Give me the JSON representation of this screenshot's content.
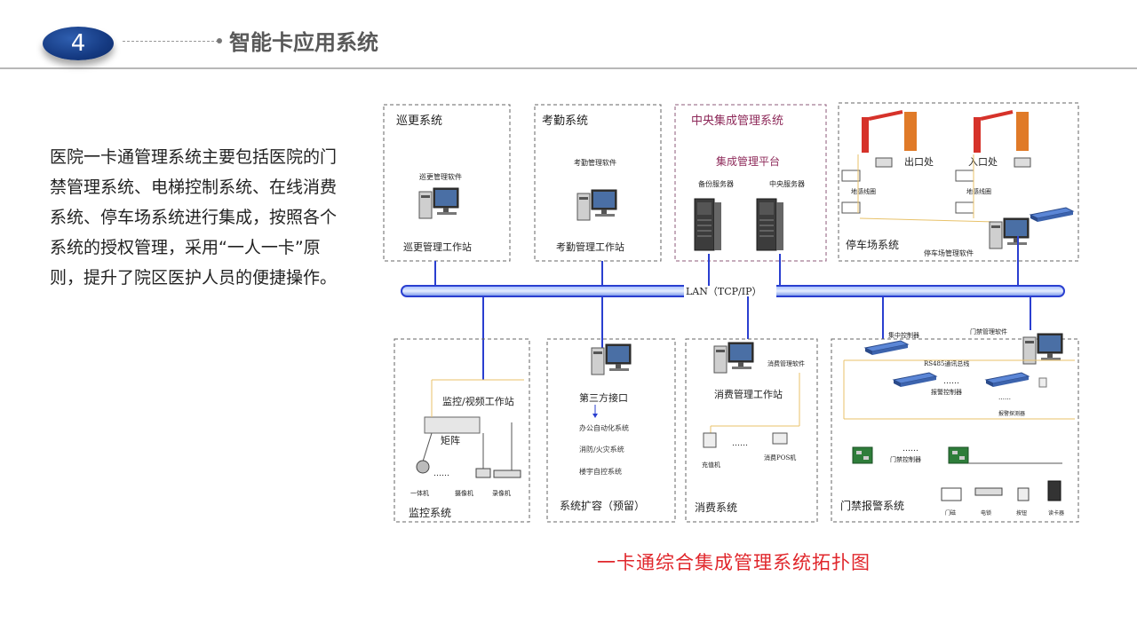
{
  "slide": {
    "number": "4",
    "title": "智能卡应用系统"
  },
  "body_text": "医院一卡通管理系统主要包括医院的门禁管理系统、电梯控制系统、在线消费系统、停车场系统进行集成，按照各个系统的授权管理，采用“一人一卡”原则，提升了院区医护人员的便捷操作。",
  "diagram": {
    "caption": "一卡通综合集成管理系统拓扑图",
    "bus_label": "LAN（TCP/IP）",
    "top": {
      "patrol": {
        "title": "巡更系统",
        "software": "巡更管理软件",
        "station": "巡更管理工作站"
      },
      "attendance": {
        "title": "考勤系统",
        "software": "考勤管理软件",
        "station": "考勤管理工作站"
      },
      "central": {
        "title": "中央集成管理系统",
        "platform": "集成管理平台",
        "backup_server": "备份服务器",
        "central_server": "中央服务器"
      },
      "parking": {
        "title": "停车场系统",
        "exit": "出口处",
        "entry": "入口处",
        "loop_exit": "地感线圈",
        "loop_entry": "地感线圈",
        "software": "停车场管理软件"
      }
    },
    "bottom": {
      "monitor": {
        "title": "监控系统",
        "station": "监控/视频工作站",
        "matrix": "矩阵",
        "dots": "……",
        "dev1": "一体机",
        "dev2": "摄像机",
        "dev3": "录像机"
      },
      "extension": {
        "title": "系统扩容（预留）",
        "interface": "第三方接口",
        "item1": "办公自动化系统",
        "item2": "消防/火灾系统",
        "item3": "楼宇自控系统"
      },
      "consume": {
        "title": "消费系统",
        "software": "消费管理软件",
        "station": "消费管理工作站",
        "charger": "充值机",
        "pos": "消费POS机",
        "dots": "……"
      },
      "access": {
        "title": "门禁报警系统",
        "controller": "集中控制器",
        "software": "门禁管理软件",
        "bus": "RS485通讯总线",
        "alarm_ctrl": "报警控制器",
        "alarm_probe": "报警探测器",
        "door_ctrl": "门禁控制器",
        "dots1": "……",
        "dots2": "……",
        "dots3": "……",
        "d1": "门磁",
        "d2": "电锁",
        "d3": "按钮",
        "d4": "读卡器"
      }
    }
  }
}
